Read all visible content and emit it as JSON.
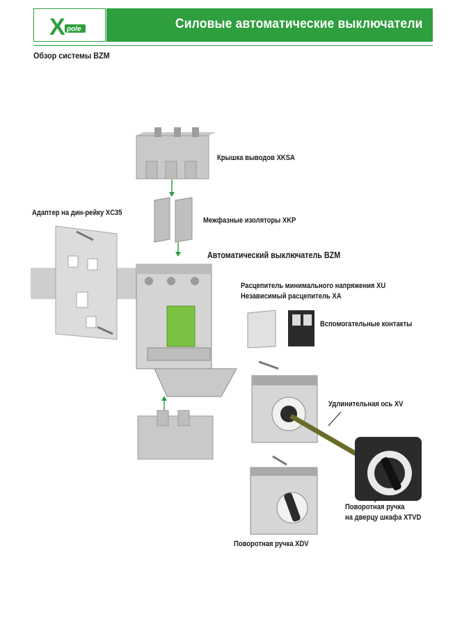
{
  "header": {
    "logo_letter": "X",
    "logo_word": "pole",
    "title": "Силовые автоматические выключатели"
  },
  "subtitle": "Обзор системы BZM",
  "labels": {
    "cover": "Крышка выводов XKSA",
    "din_adapter": "Адаптер на дин-рейку XC35",
    "insulators": "Межфазные изоляторы XKP",
    "breaker": "Автоматический выключатель BZM",
    "undervoltage": "Расцепитель минимального напряжения XU",
    "shunt": "Независимый расцепитель XA",
    "aux_contacts": "Вспомогательные контакты",
    "extension_shaft": "Удлинительная ось XV",
    "door_handle_1": "Поворотная ручка",
    "door_handle_2": "на дверцу шкафа XTVD",
    "rotary_handle": "Поворотная ручка XDV"
  },
  "colors": {
    "brand_green": "#2f9e3e",
    "light_grey": "#d9d9d9",
    "mid_grey": "#a9a9a9",
    "dark": "#2b2b2b",
    "accent_green": "#7cc242",
    "shaft": "#6b6b2a"
  }
}
